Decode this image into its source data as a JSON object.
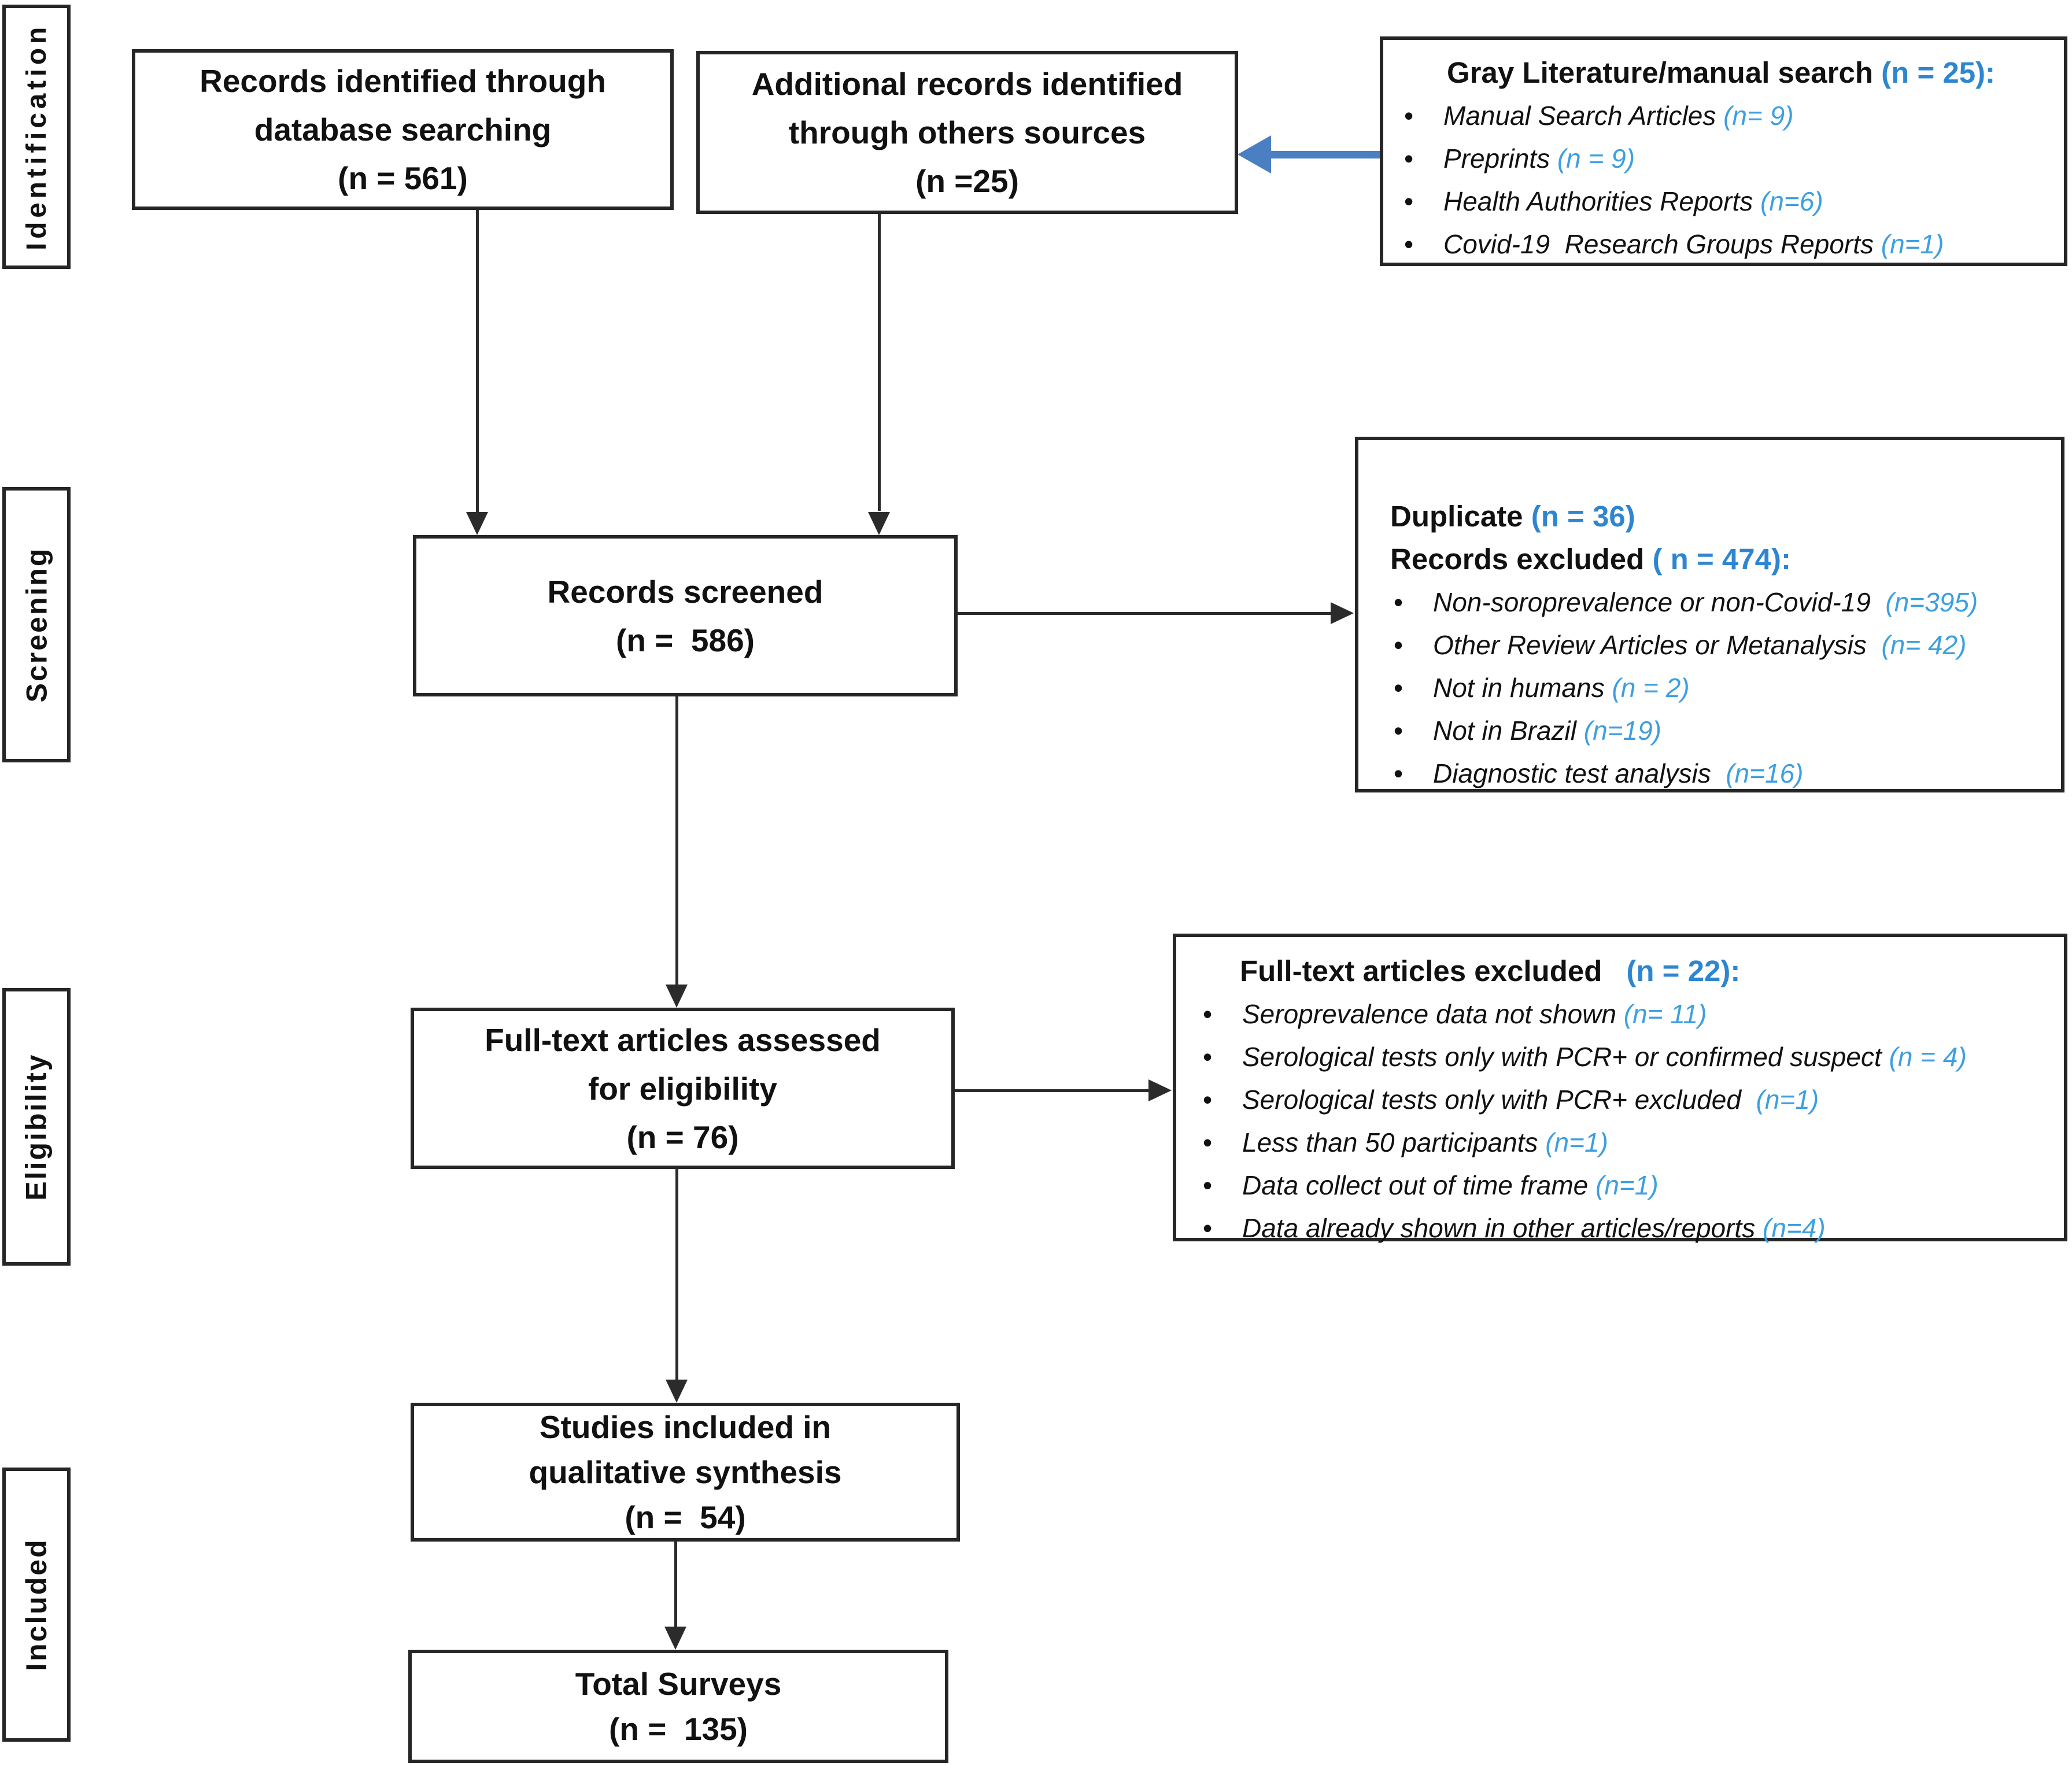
{
  "colors": {
    "text_black": "#111111",
    "number_blue": "#2e86d0",
    "item_blue": "#3d9fe0",
    "arrow_blue": "#4a7fc1",
    "border": "#262626",
    "line": "#2b2b2b"
  },
  "ui": {
    "bullet": "•"
  },
  "stages": {
    "identification": "Identification",
    "screening": "Screening",
    "eligibility": "Eligibility",
    "included": "Included"
  },
  "boxes": {
    "records_db": {
      "line1": "Records identified through",
      "line2": "database searching",
      "n": "(n = 561)"
    },
    "additional": {
      "line1": "Additional records identified",
      "line2": "through others sources",
      "n": "(n =25)"
    },
    "screened": {
      "line1": "Records screened",
      "n": "(n =  586)"
    },
    "fulltext": {
      "line1": "Full-text articles assessed",
      "line2": "for eligibility",
      "n": "(n = 76)"
    },
    "studies": {
      "line1": "Studies included in",
      "line2": "qualitative synthesis",
      "n": "(n =  54)"
    },
    "total": {
      "line1": "Total Surveys",
      "n": "(n =  135)"
    }
  },
  "gray_literature": {
    "title": "Gray Literature/manual search ",
    "title_n": "(n = 25):",
    "items": [
      {
        "text": "Manual Search Articles ",
        "n": "(n= 9)"
      },
      {
        "text": "Preprints ",
        "n": "(n = 9)"
      },
      {
        "text": "Health Authorities Reports ",
        "n": "(n=6)"
      },
      {
        "text": "Covid-19  Research Groups Reports ",
        "n": "(n=1)"
      }
    ]
  },
  "screening_excluded": {
    "duplicate": "Duplicate ",
    "duplicate_n": "(n = 36)",
    "excluded": "Records excluded ",
    "excluded_n": "( n = 474):",
    "items": [
      {
        "text": "Non-soroprevalence or non-Covid-19  ",
        "n": "(n=395)"
      },
      {
        "text": "Other Review Articles or Metanalysis  ",
        "n": "(n= 42)"
      },
      {
        "text": "Not in humans ",
        "n": "(n = 2)"
      },
      {
        "text": "Not in Brazil ",
        "n": "(n=19)"
      },
      {
        "text": "Diagnostic test analysis  ",
        "n": "(n=16)"
      }
    ]
  },
  "fulltext_excluded": {
    "title": "Full-text articles excluded",
    "title_n": "(n = 22):",
    "items": [
      {
        "text": "Seroprevalence data not shown ",
        "n": "(n= 11)"
      },
      {
        "text": "Serological tests only with PCR+ or confirmed suspect ",
        "n": "(n = 4)"
      },
      {
        "text": "Serological tests only with PCR+ excluded  ",
        "n": "(n=1)"
      },
      {
        "text": "Less than 50 participants ",
        "n": "(n=1)"
      },
      {
        "text": "Data collect out of time frame ",
        "n": "(n=1)"
      },
      {
        "text": "Data already shown in other articles/reports ",
        "n": "(n=4)"
      }
    ]
  }
}
